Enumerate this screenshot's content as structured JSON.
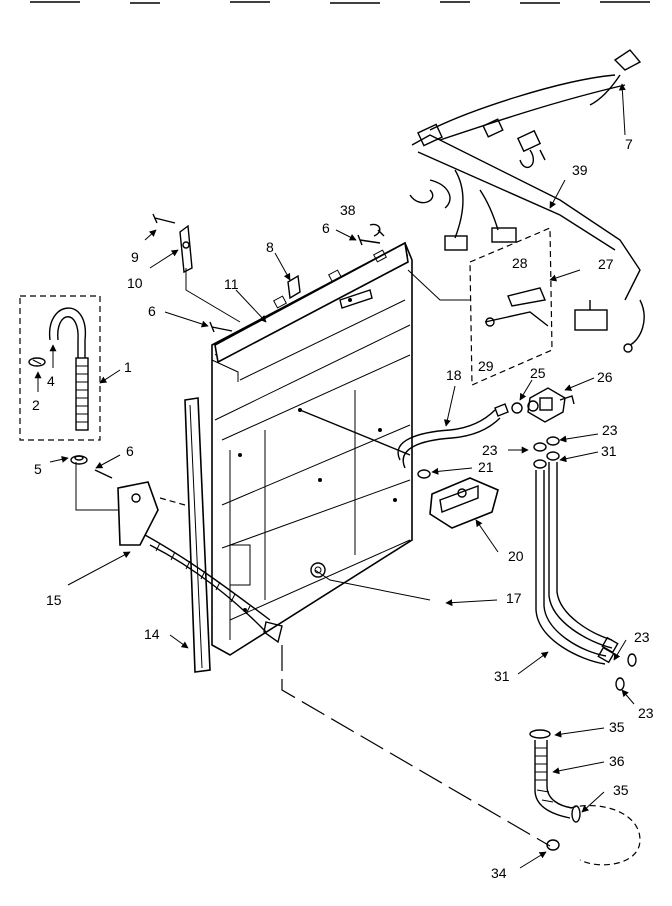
{
  "callouts": {
    "c1": "1",
    "c2": "2",
    "c4": "4",
    "c5": "5",
    "c6a": "6",
    "c6b": "6",
    "c6c": "6",
    "c7": "7",
    "c8": "8",
    "c9": "9",
    "c10": "10",
    "c11": "11",
    "c14": "14",
    "c15": "15",
    "c17": "17",
    "c18": "18",
    "c20": "20",
    "c21": "21",
    "c23a": "23",
    "c23b": "23",
    "c23c": "23",
    "c23d": "23",
    "c25": "25",
    "c26": "26",
    "c27": "27",
    "c28": "28",
    "c29": "29",
    "c31a": "31",
    "c31b": "31",
    "c34": "34",
    "c35a": "35",
    "c35b": "35",
    "c36": "36",
    "c38": "38",
    "c39": "39"
  }
}
